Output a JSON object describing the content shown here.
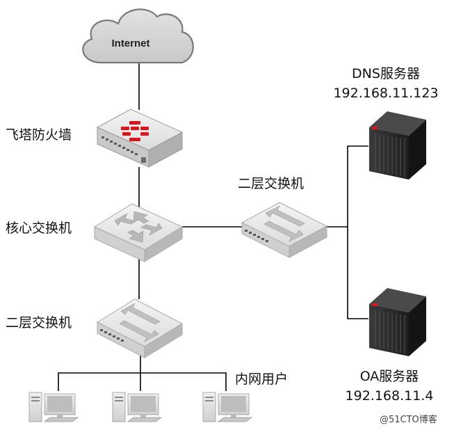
{
  "cloud_label": "Internet",
  "labels": {
    "firewall": "飞塔防火墙",
    "core_switch": "核心交换机",
    "l2_switch_left": "二层交换机",
    "l2_switch_right": "二层交换机",
    "intranet_users": "内网用户",
    "dns_server_name": "DNS服务器",
    "dns_server_ip": "192.168.11.123",
    "oa_server_name": "OA服务器",
    "oa_server_ip": "192.168.11.4"
  },
  "watermark": "@51CTO博客",
  "colors": {
    "line": "#000000",
    "cloud_fill": "#d4d4d4",
    "device_top": "#e8e8e8",
    "brand_red": "#d7161e",
    "server_dark": "#2a2a2a"
  },
  "icons": [
    "cloud-icon",
    "firewall-icon",
    "switch-icon",
    "server-icon",
    "desktop-pc-icon"
  ]
}
